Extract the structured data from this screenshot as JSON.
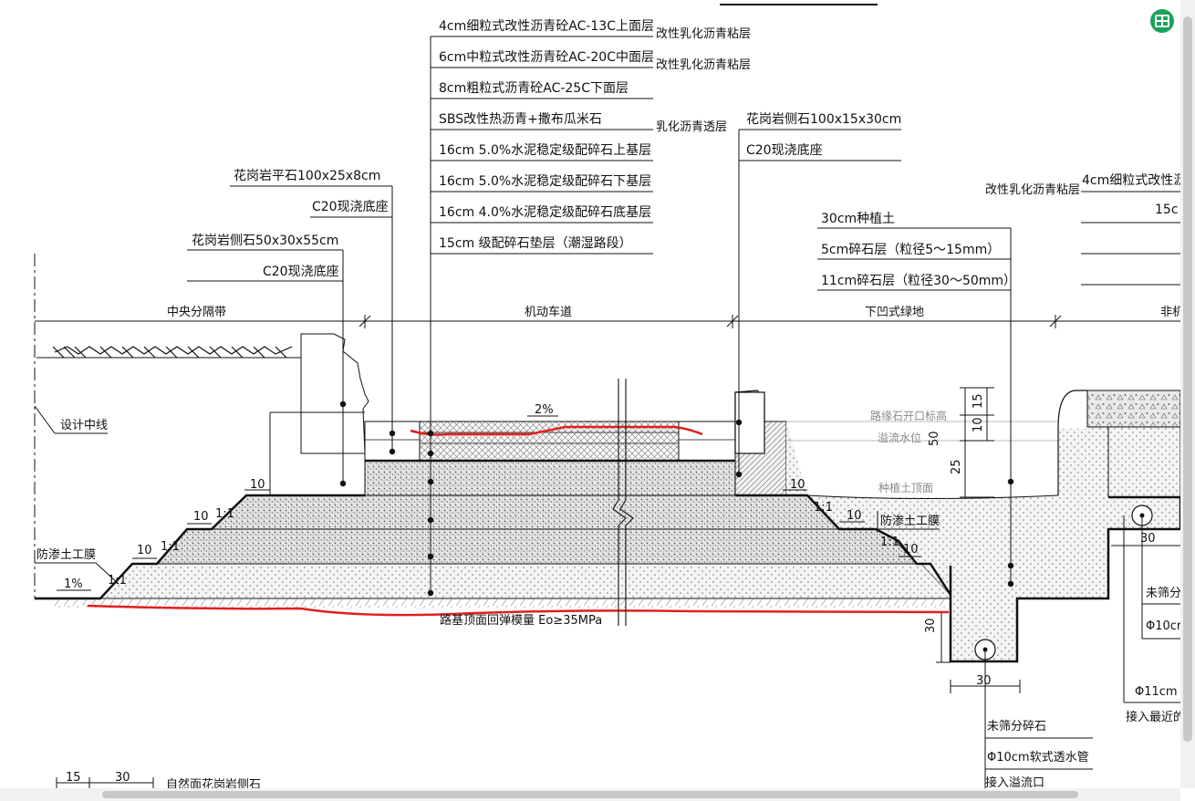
{
  "labels": {
    "pav1": "4cm细粒式改性沥青砼AC-13C上面层",
    "pav2": "6cm中粒式改性沥青砼AC-20C中面层",
    "pav3": "8cm粗粒式沥青砼AC-25C下面层",
    "pav4": "SBS改性热沥青+撒布瓜米石",
    "pav5": "16cm 5.0%水泥稳定级配碎石上基层",
    "pav6": "16cm 5.0%水泥稳定级配碎石下基层",
    "pav7": "16cm 4.0%水泥稳定级配碎石底基层",
    "pav8": "15cm 级配碎石垫层（潮湿路段）",
    "tack1": "改性乳化沥青粘层",
    "tack2": "改性乳化沥青粘层",
    "prime": "乳化沥青透层",
    "curb_r1": "花岗岩侧石100x15x30cm",
    "curb_r2": "C20现浇底座",
    "flat1": "花岗岩平石100x25x8cm",
    "flat2": "C20现浇底座",
    "curb_l1": "花岗岩侧石50x30x55cm",
    "curb_l2": "C20现浇底座",
    "green1": "30cm种植土",
    "green2": "5cm碎石层（粒径5～15mm）",
    "green3": "11cm碎石层（粒径30～50mm）",
    "right_tack": "改性乳化沥青粘层",
    "right_pav": "4cm细粒式改性沥",
    "right_15": "15c",
    "zone_median": "中央分隔带",
    "zone_road": "机动车道",
    "zone_green": "下凹式绿地",
    "zone_nonmotor": "非机",
    "center_line": "设计中线",
    "membrane_l": "防渗土工膜",
    "membrane_r": "防渗土工膜",
    "slope1": "1%",
    "slope2": "2%",
    "subgrade": "路基顶面回弹模量 Eo≥35MPa",
    "curb_open": "路缘石开口标高",
    "overflow": "溢流水位",
    "soil_top": "种植土顶面",
    "gravel_b": "未筛分碎石",
    "pipe_b": "Φ10cm软式透水管",
    "drain_b": "接入溢流口",
    "gravel_r": "未筛分",
    "pipe_r": "Φ10cr",
    "pipe_r2": "Φ11cm",
    "drain_r": "接入最近的",
    "bottom_note": "自然面花岗岩侧石",
    "ratio": "1:1",
    "d10": "10",
    "d15": "15",
    "d25": "25",
    "d30": "30",
    "d50": "50"
  },
  "colors": {
    "line": "#111111",
    "red_mark": "#e02020",
    "hatch_gray": "#777777",
    "toolbar_green": "#1aa35a"
  },
  "icons": {
    "toolbar": "grid-table-icon"
  }
}
